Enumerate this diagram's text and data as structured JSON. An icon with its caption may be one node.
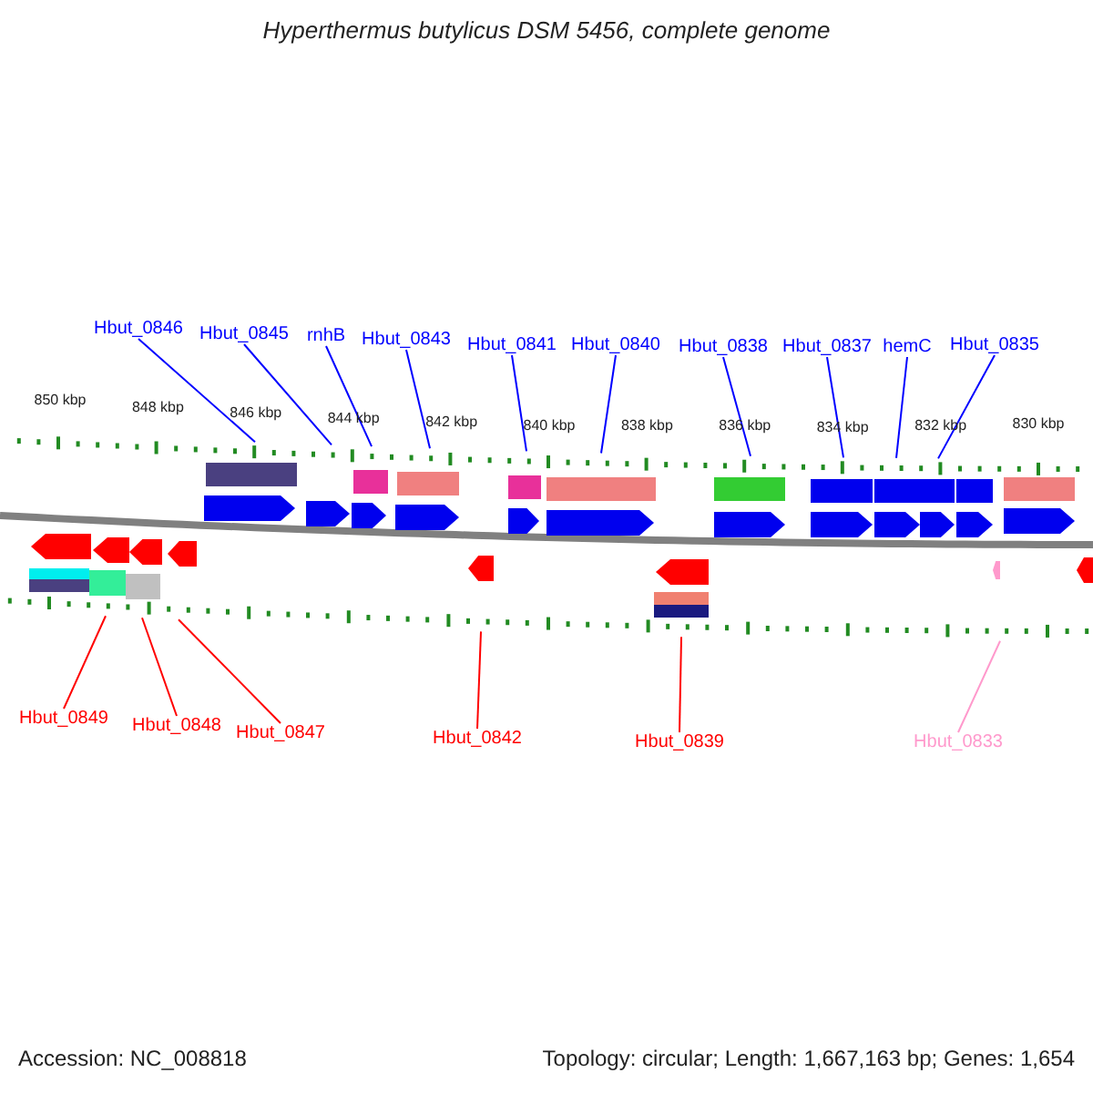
{
  "diagram": {
    "title": "Hyperthermus butylicus DSM 5456, complete genome",
    "nodes": [
      {
        "text": [
          "Hbut_0846"
        ]
      },
      {
        "text": [
          "Hbut_0845"
        ]
      },
      {
        "text": [
          "rnhB"
        ]
      },
      {
        "text": [
          "Hbut_0843"
        ]
      },
      {
        "text": [
          "Hbut_0841"
        ]
      },
      {
        "text": [
          "Hbut_0840"
        ]
      },
      {
        "text": [
          "Hbut_0838"
        ]
      },
      {
        "text": [
          "Hbut_0837"
        ]
      },
      {
        "text": [
          "hemC"
        ]
      },
      {
        "text": [
          "Hbut_0835"
        ]
      },
      {
        "text": [
          "Hbut_0849"
        ]
      },
      {
        "text": [
          "Hbut_0848"
        ]
      },
      {
        "text": [
          "Hbut_0847"
        ]
      },
      {
        "text": [
          "Hbut_0842"
        ]
      },
      {
        "text": [
          "Hbut_0839"
        ]
      },
      {
        "text": [
          "Hbut_0833"
        ]
      },
      {
        "text": [],
        "shape": "ruler",
        "beside": [
          "850 kbp",
          "848 kbp",
          "846 kbp",
          "844 kbp",
          "842 kbp",
          "840 kbp",
          "838 kbp",
          "836 kbp",
          "834 kbp",
          "832 kbp",
          "830 kbp"
        ]
      },
      {
        "text": [],
        "shape": "ruler"
      }
    ],
    "edges": [
      {
        "from": 0,
        "to": 16,
        "arrow": "none"
      },
      {
        "from": 1,
        "to": 16,
        "arrow": "none"
      },
      {
        "from": 2,
        "to": 16,
        "arrow": "none"
      },
      {
        "from": 3,
        "to": 16,
        "arrow": "none"
      },
      {
        "from": 4,
        "to": 16,
        "arrow": "none"
      },
      {
        "from": 5,
        "to": 16,
        "arrow": "none"
      },
      {
        "from": 6,
        "to": 16,
        "arrow": "none"
      },
      {
        "from": 7,
        "to": 16,
        "arrow": "none"
      },
      {
        "from": 8,
        "to": 16,
        "arrow": "none"
      },
      {
        "from": 9,
        "to": 16,
        "arrow": "none"
      },
      {
        "from": 10,
        "to": 17,
        "arrow": "none",
        "color": "#ff0000"
      },
      {
        "from": 11,
        "to": 17,
        "arrow": "none",
        "color": "#ff0000"
      },
      {
        "from": 12,
        "to": 17,
        "arrow": "none",
        "color": "#ff0000"
      },
      {
        "from": 13,
        "to": 17,
        "arrow": "none",
        "color": "#ff0000"
      },
      {
        "from": 14,
        "to": 17,
        "arrow": "none",
        "color": "#ff0000"
      },
      {
        "from": 15,
        "to": 17,
        "arrow": "none",
        "color": "#ff99cc"
      }
    ],
    "labels": [
      "Accession: NC_008818",
      "Topology: circular; Length: 1,667,163 bp; Genes: 1,654"
    ]
  }
}
